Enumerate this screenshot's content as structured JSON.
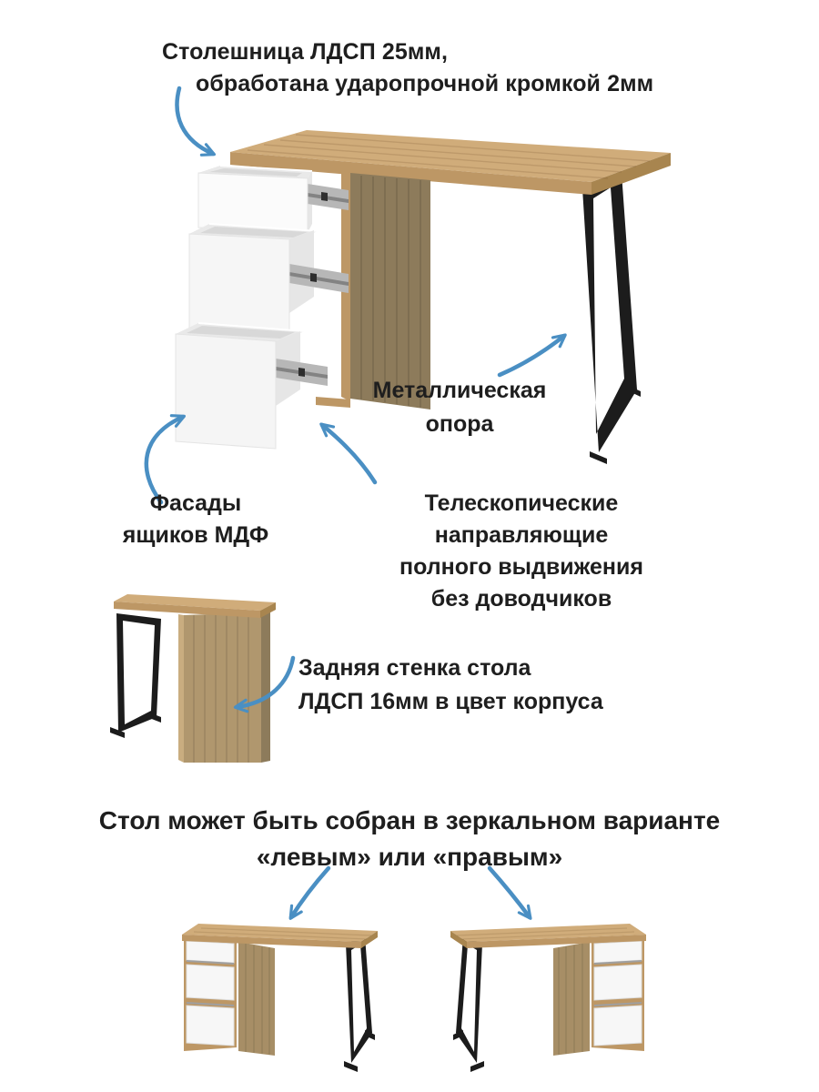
{
  "annotations": {
    "tabletop": {
      "line1": "Столешница ЛДСП 25мм,",
      "line2": "обработана ударопрочной кромкой 2мм"
    },
    "metal_leg": {
      "line1": "Металлическая",
      "line2": "опора"
    },
    "drawer_fronts": {
      "line1": "Фасады",
      "line2": "ящиков МДФ"
    },
    "slides": {
      "line1": "Телескопические направляющие",
      "line2": "полного выдвижения",
      "line3": "без доводчиков"
    },
    "back_panel": {
      "line1": "Задняя стенка стола",
      "line2": "ЛДСП 16мм в цвет корпуса"
    },
    "mirror": {
      "line1": "Стол может быть собран в зеркальном варианте",
      "line2": "«левым» или «правым»"
    }
  },
  "icons": {
    "annotation_arrow": "hand-drawn curved blue arrow"
  },
  "colors": {
    "arrow": "#4a8fc3",
    "text": "#1e1e1e",
    "wood_top": "#d0ac7a",
    "wood_edge": "#bd9765",
    "wood_edge_dark": "#a8854f",
    "wood_edge_light": "#c9ad80",
    "wood_panel_dark": "#8d7b5b",
    "wood_panel_mid": "#b0976e",
    "wood_panel_small": "#a78e66",
    "drawer_white": "#f8f8f8",
    "leg_black": "#1c1c1c",
    "rail_silver": "#b7b7b7"
  }
}
